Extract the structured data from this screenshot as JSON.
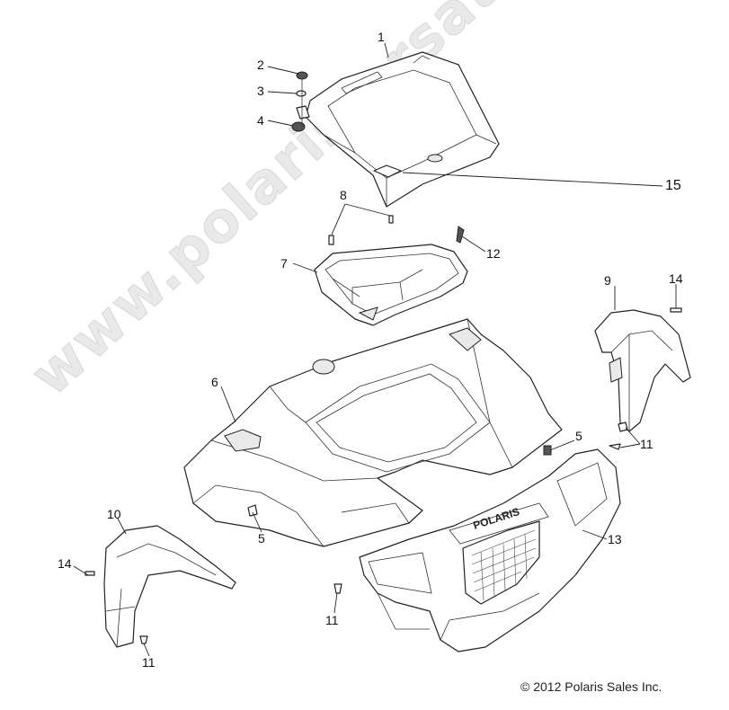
{
  "diagram": {
    "callouts": [
      {
        "id": "c1",
        "text": "1"
      },
      {
        "id": "c2",
        "text": "2"
      },
      {
        "id": "c3",
        "text": "3"
      },
      {
        "id": "c4",
        "text": "4"
      },
      {
        "id": "c15",
        "text": "15"
      },
      {
        "id": "c8",
        "text": "8"
      },
      {
        "id": "c12",
        "text": "12"
      },
      {
        "id": "c7",
        "text": "7"
      },
      {
        "id": "c9",
        "text": "9"
      },
      {
        "id": "c14a",
        "text": "14"
      },
      {
        "id": "c6",
        "text": "6"
      },
      {
        "id": "c5a",
        "text": "5"
      },
      {
        "id": "c11a",
        "text": "11"
      },
      {
        "id": "c10",
        "text": "10"
      },
      {
        "id": "c5b",
        "text": "5"
      },
      {
        "id": "c13",
        "text": "13"
      },
      {
        "id": "c14b",
        "text": "14"
      },
      {
        "id": "c11b",
        "text": "11"
      },
      {
        "id": "c11c",
        "text": "11"
      }
    ],
    "copyright": "© 2012 Polaris Sales Inc.",
    "watermark": "www.polaris-ersatzteile.de",
    "logo_text": "POLARIS"
  }
}
